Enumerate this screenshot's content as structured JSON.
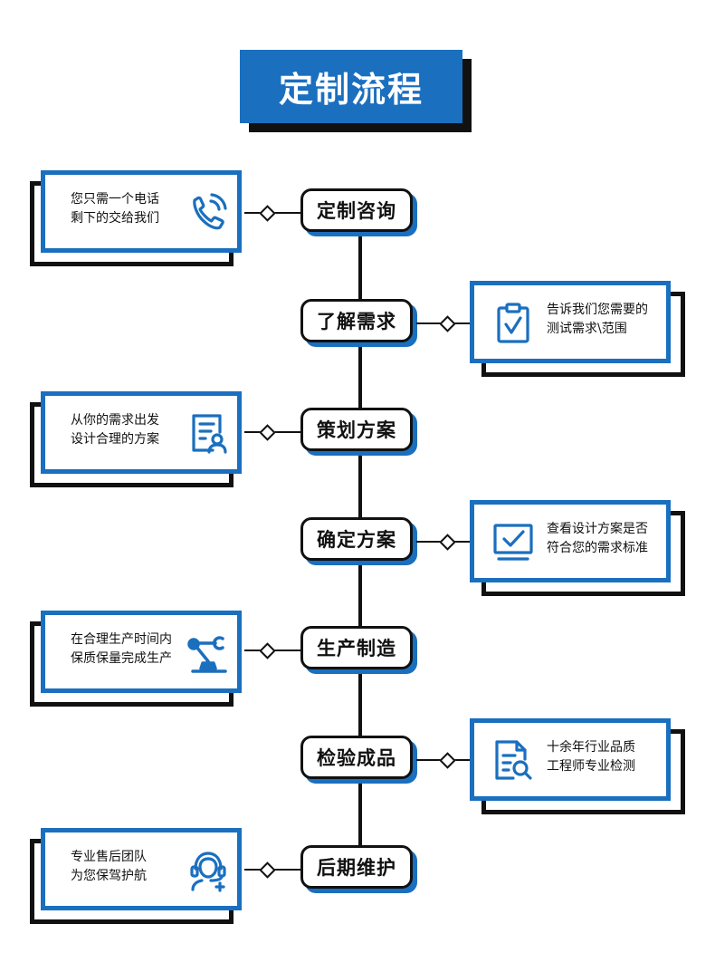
{
  "title": "定制流程",
  "colors": {
    "accent": "#1a6fbf",
    "ink": "#111111",
    "background": "#ffffff"
  },
  "steps": [
    {
      "label": "定制咨询",
      "side": "left",
      "line1": "您只需一个电话",
      "line2": "剩下的交给我们",
      "icon": "phone-icon"
    },
    {
      "label": "了解需求",
      "side": "right",
      "line1": "告诉我们您需要的",
      "line2": "测试需求\\范围",
      "icon": "clipboard-check-icon"
    },
    {
      "label": "策划方案",
      "side": "left",
      "line1": "从你的需求出发",
      "line2": "设计合理的方案",
      "icon": "document-user-icon"
    },
    {
      "label": "确定方案",
      "side": "right",
      "line1": "查看设计方案是否",
      "line2": "符合您的需求标准",
      "icon": "monitor-check-icon"
    },
    {
      "label": "生产制造",
      "side": "left",
      "line1": "在合理生产时间内",
      "line2": "保质保量完成生产",
      "icon": "robot-arm-icon"
    },
    {
      "label": "检验成品",
      "side": "right",
      "line1": "十余年行业品质",
      "line2": "工程师专业检测",
      "icon": "document-search-icon"
    },
    {
      "label": "后期维护",
      "side": "left",
      "line1": "专业售后团队",
      "line2": "为您保驾护航",
      "icon": "support-agent-icon"
    }
  ]
}
